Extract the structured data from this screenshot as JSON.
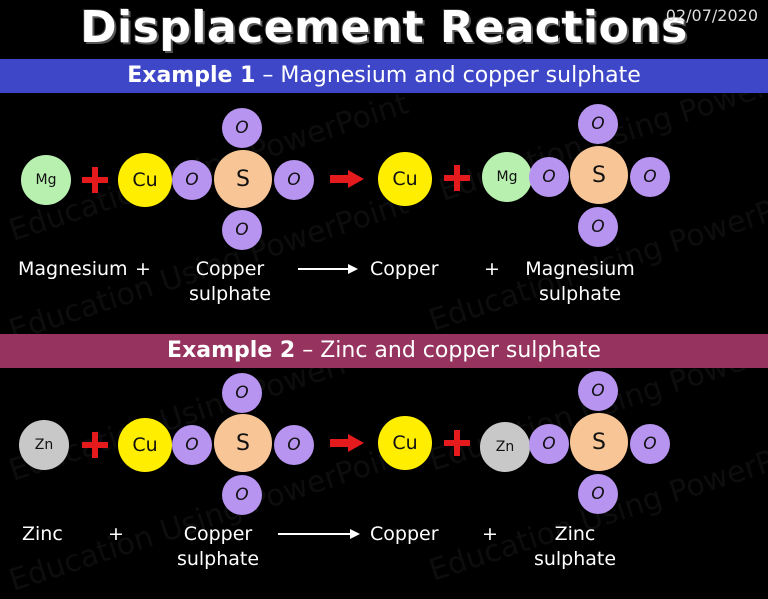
{
  "title": "Displacement Reactions",
  "date": "02/07/2020",
  "watermark": "Education Using PowerPoint",
  "example1": {
    "heading_bold": "Example 1",
    "heading_rest": " – Magnesium and copper sulphate",
    "atoms": {
      "mg": "Mg",
      "cu": "Cu",
      "s": "S",
      "o": "O"
    },
    "labels": {
      "r1": "Magnesium",
      "plus1": "+",
      "r2": "Copper\nsulphate",
      "p1": "Copper",
      "plus2": "+",
      "p2": "Magnesium\nsulphate"
    }
  },
  "example2": {
    "heading_bold": "Example 2",
    "heading_rest": " – Zinc and copper sulphate",
    "atoms": {
      "zn": "Zn",
      "cu": "Cu",
      "s": "S",
      "o": "O"
    },
    "labels": {
      "r1": "Zinc",
      "plus1": "+",
      "r2": "Copper\nsulphate",
      "p1": "Copper",
      "plus2": "+",
      "p2": "Zinc\nsulphate"
    }
  },
  "colors": {
    "banner1": "#3d47c8",
    "banner2": "#96345f",
    "magnesium": "#b8f0b0",
    "zinc": "#c8c8c8",
    "copper": "#ffee00",
    "oxygen": "#b794f0",
    "sulfur": "#f8c596",
    "plus_sign": "#e41a1c"
  }
}
